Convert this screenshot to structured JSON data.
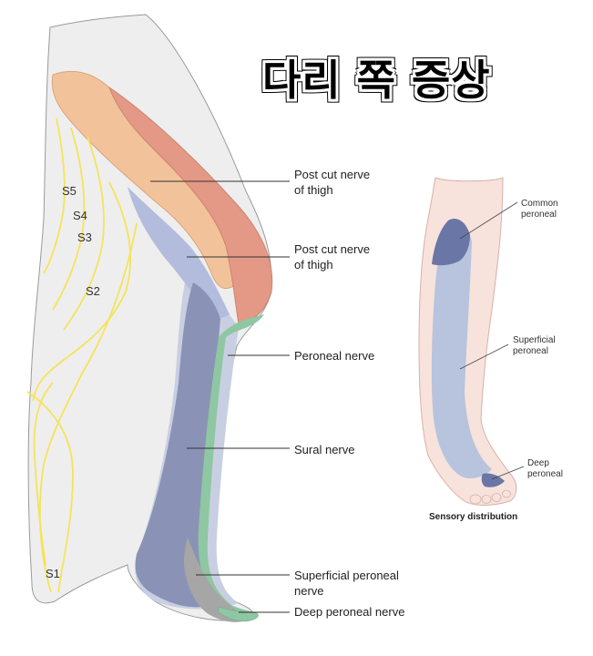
{
  "title": "다리 쪽 증상",
  "leg_labels": {
    "post_cut_1": "Post cut nerve\nof thigh",
    "post_cut_2": "Post cut nerve\nof thigh",
    "peroneal": "Peroneal nerve",
    "sural": "Sural nerve",
    "superficial_peroneal": "Superficial peroneal\nnerve",
    "deep_peroneal": "Deep peroneal nerve"
  },
  "dermatomes": [
    "S5",
    "S4",
    "S3",
    "S2",
    "S1"
  ],
  "foot_labels": {
    "common_peroneal": "Common\nperoneal",
    "superficial_peroneal": "Superficial\nperoneal",
    "deep_peroneal": "Deep\nperoneal"
  },
  "caption": "Sensory distribution",
  "colors": {
    "thigh_orange": "#f2c39a",
    "thigh_red": "#e39985",
    "periwinkle": "#b3bcdc",
    "slate": "#8a93b5",
    "green": "#8ec7a2",
    "gray": "#a6a6a6",
    "dermatome_line": "#f5e35a",
    "skin": "#f7e3dc",
    "foot_blue": "#b8c3de",
    "foot_dark": "#6a77a6"
  }
}
